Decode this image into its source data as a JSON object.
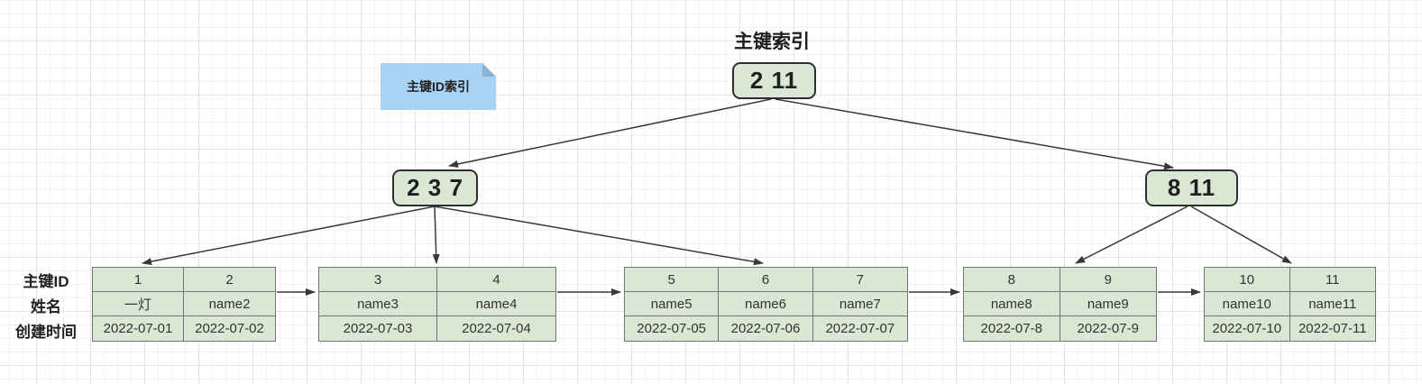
{
  "colors": {
    "node_fill": "#d9e7d4",
    "node_border": "#2e2e2e",
    "table_border": "#6e786e",
    "note_fill": "#a9d3f5",
    "note_fold": "#87b1d5",
    "arrow": "#383838",
    "grid_minor": "#f2f2f4",
    "grid_major": "#e4e4e8"
  },
  "title": {
    "text": "主键索引"
  },
  "note": {
    "label": "主键ID索引"
  },
  "tree": {
    "root_label": "2 11",
    "left_internal_label": "2 3 7",
    "right_internal_label": "8 11"
  },
  "row_labels": {
    "id": "主键ID",
    "name": "姓名",
    "created": "创建时间"
  },
  "leaves": [
    {
      "ids": [
        "1",
        "2"
      ],
      "names": [
        "一灯",
        "name2"
      ],
      "dates": [
        "2022-07-01",
        "2022-07-02"
      ]
    },
    {
      "ids": [
        "3",
        "4"
      ],
      "names": [
        "name3",
        "name4"
      ],
      "dates": [
        "2022-07-03",
        "2022-07-04"
      ]
    },
    {
      "ids": [
        "5",
        "6",
        "7"
      ],
      "names": [
        "name5",
        "name6",
        "name7"
      ],
      "dates": [
        "2022-07-05",
        "2022-07-06",
        "2022-07-07"
      ]
    },
    {
      "ids": [
        "8",
        "9"
      ],
      "names": [
        "name8",
        "name9"
      ],
      "dates": [
        "2022-07-8",
        "2022-07-9"
      ]
    },
    {
      "ids": [
        "10",
        "11"
      ],
      "names": [
        "name10",
        "name11"
      ],
      "dates": [
        "2022-07-10",
        "2022-07-11"
      ]
    }
  ]
}
